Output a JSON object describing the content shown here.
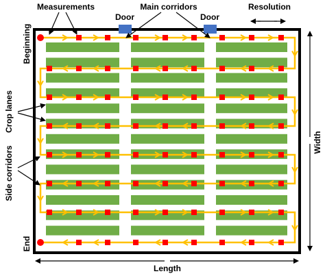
{
  "labels": {
    "measurements": "Measurements",
    "door_left": "Door",
    "main_corridors": "Main corridors",
    "door_right": "Door",
    "resolution": "Resolution",
    "beginning": "Beginning",
    "end": "End",
    "crop_lanes": "Crop lanes",
    "side_corridors": "Side corridors",
    "width": "Width",
    "length": "Length"
  },
  "colors": {
    "crop": "#70ad47",
    "path": "#ffc000",
    "measurement": "#ff0000",
    "door": "#4472c4",
    "border": "#000000"
  },
  "icons": {
    "measurement_marker": "red-square",
    "start_end_marker": "red-circle",
    "door": "blue-rectangle"
  }
}
